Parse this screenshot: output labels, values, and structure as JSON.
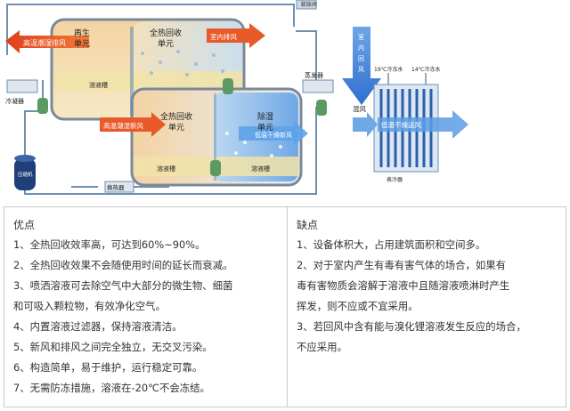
{
  "diagram": {
    "labels": {
      "top_valve": "膨胀阀",
      "regen_unit": "再生\n单元",
      "heat_recovery_top": "全热回收\n单元",
      "heat_recovery_bottom": "全热回收\n单元",
      "dehumid_unit": "除湿\n单元",
      "exhaust_air": "高温潮湿排风",
      "indoor_exhaust": "室内排风",
      "fresh_air_in": "高温潮湿新风",
      "supply_air": "低温干燥新风",
      "condenser": "冷凝器",
      "evaporator": "蒸发器",
      "solution_tank_top": "溶液槽",
      "solution_tank_bottom": "溶液槽",
      "solution_tank_right": "溶液槽",
      "heat_exchanger": "换热器",
      "compressor": "压缩机",
      "indoor_return": "室内回风",
      "mixed_air": "混风",
      "cold_water_in": "19℃冷冻水",
      "cold_water_out": "14℃冷冻水",
      "low_temp_air": "低温干燥送风",
      "coil_label": "表冷器"
    },
    "colors": {
      "hot": "#e8552a",
      "cold": "#3b7dd8",
      "tank": "#f0e6a8"
    }
  },
  "advantages": {
    "title": "优点",
    "items": [
      "1、全热回收效率高，可达到60%~90%。",
      "2、全热回收效果不会随使用时间的延长而衰减。",
      "3、喷洒溶液可去除空气中大部分的微生物、细菌",
      "和可吸入颗粒物，有效净化空气。",
      "4、内置溶液过滤器，保持溶液清洁。",
      "5、新风和排风之间完全独立，无交叉污染。",
      "6、构造简单，易于维护，运行稳定可靠。",
      "7、无需防冻措施，溶液在-20℃不会冻结。"
    ]
  },
  "disadvantages": {
    "title": "缺点",
    "items": [
      "1、设备体积大，占用建筑面积和空间多。",
      "2、对于室内产生有毒有害气体的场合，如果有",
      "毒有害物质会溶解于溶液中且随溶液喷淋时产生",
      "挥发，则不应或不宜采用。",
      "3、若回风中含有能与溴化锂溶液发生反应的场合，",
      "不应采用。"
    ]
  }
}
